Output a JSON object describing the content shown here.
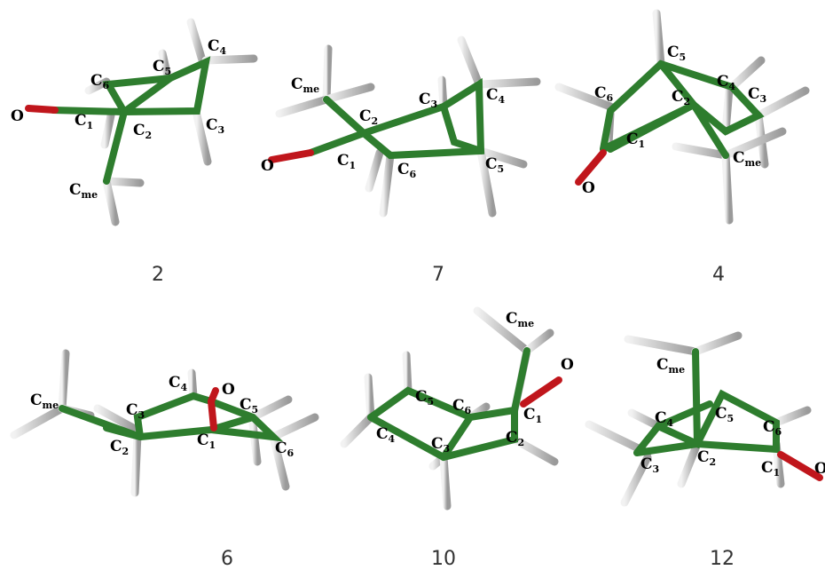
{
  "figure": {
    "molecules": [
      {
        "id": "2",
        "labels": [
          "O",
          "C1",
          "C2",
          "C3",
          "C4",
          "C5",
          "C6",
          "Cme"
        ]
      },
      {
        "id": "7",
        "labels": [
          "O",
          "C1",
          "C2",
          "C3",
          "C4",
          "C5",
          "C6",
          "Cme"
        ]
      },
      {
        "id": "4",
        "labels": [
          "O",
          "C1",
          "C2",
          "C3",
          "C4",
          "C5",
          "C6",
          "Cme"
        ]
      },
      {
        "id": "6",
        "labels": [
          "O",
          "C1",
          "C2",
          "C3",
          "C4",
          "C5",
          "C6",
          "Cme"
        ]
      },
      {
        "id": "10",
        "labels": [
          "O",
          "C1",
          "C2",
          "C3",
          "C4",
          "C5",
          "C6",
          "Cme"
        ]
      },
      {
        "id": "12",
        "labels": [
          "O",
          "C1",
          "C2",
          "C3",
          "C4",
          "C5",
          "C6",
          "Cme"
        ]
      }
    ],
    "captions": [
      "2",
      "7",
      "4",
      "6",
      "10",
      "12"
    ],
    "atoms": {
      "O": "O",
      "C": "C",
      "sub1": "1",
      "sub2": "2",
      "sub3": "3",
      "sub4": "4",
      "sub5": "5",
      "sub6": "6",
      "subme": "me"
    },
    "colors": {
      "carbon_bond": "#2e7d2e",
      "carbon_highlight": "#6fcf6f",
      "oxygen_bond": "#c0161c",
      "hydrogen_bond": "#cccccc",
      "background": "#ffffff"
    }
  }
}
